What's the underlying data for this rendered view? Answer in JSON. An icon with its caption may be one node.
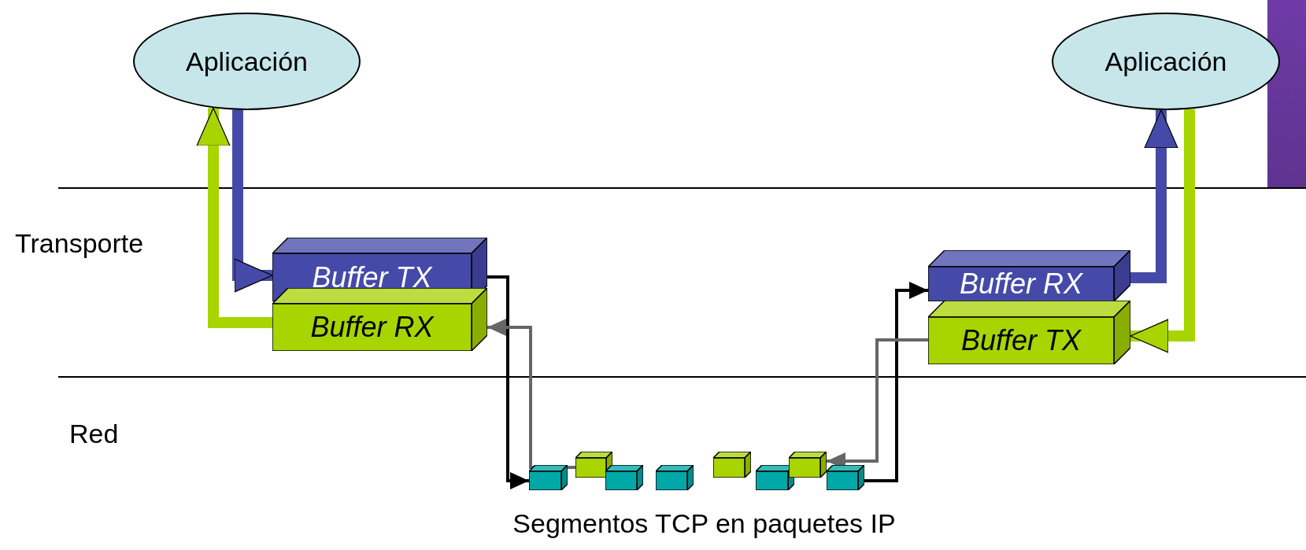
{
  "diagram": {
    "caption": "Segmentos TCP en paquetes IP",
    "nodes": [
      {
        "text": [
          "Aplicación"
        ]
      },
      {
        "text": [
          "Aplicación"
        ]
      },
      {
        "text": [
          "Buffer TX"
        ]
      },
      {
        "text": [
          "Buffer RX"
        ]
      },
      {
        "text": [
          "Buffer RX"
        ]
      },
      {
        "text": [
          "Buffer TX"
        ]
      },
      {
        "text": [],
        "shape": "box"
      },
      {
        "text": [],
        "shape": "box"
      },
      {
        "text": [],
        "shape": "box"
      },
      {
        "text": [],
        "shape": "box"
      },
      {
        "text": [],
        "shape": "box"
      },
      {
        "text": [],
        "shape": "box"
      },
      {
        "text": [],
        "shape": "box"
      },
      {
        "text": [],
        "shape": "box"
      }
    ],
    "edges": [
      {
        "from": 0,
        "to": 2,
        "arrow": "to",
        "style": "thick",
        "color": "#454aa8"
      },
      {
        "from": 3,
        "to": 0,
        "arrow": "to",
        "style": "thick",
        "color": "#a8d400"
      },
      {
        "from": 2,
        "to": 6,
        "arrow": "to",
        "color": "#000000"
      },
      {
        "from": 7,
        "to": 3,
        "arrow": "to",
        "color": "#666666"
      },
      {
        "from": 13,
        "to": 4,
        "arrow": "to",
        "color": "#000000"
      },
      {
        "from": 5,
        "to": 12,
        "arrow": "to",
        "color": "#666666"
      },
      {
        "from": 4,
        "to": 1,
        "arrow": "to",
        "style": "thick",
        "color": "#454aa8"
      },
      {
        "from": 1,
        "to": 5,
        "arrow": "to",
        "style": "thick",
        "color": "#a8d400"
      }
    ],
    "labels": [
      "Transporte",
      "Red"
    ]
  }
}
